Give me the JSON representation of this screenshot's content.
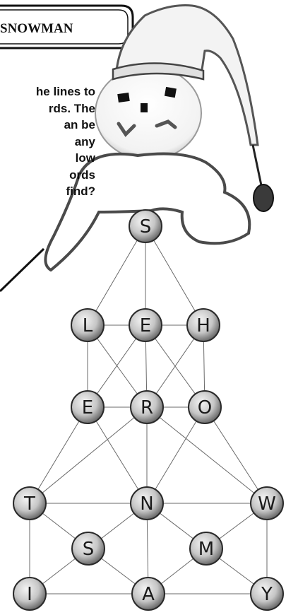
{
  "title": "SNOWMAN",
  "instructions": "he lines to\nrds. The\nan be\nany\nlow\nords\nfind?",
  "puzzle": {
    "nodes": [
      {
        "id": "s_top",
        "letter": "S"
      },
      {
        "id": "l",
        "letter": "L"
      },
      {
        "id": "e_mid",
        "letter": "E"
      },
      {
        "id": "h",
        "letter": "H"
      },
      {
        "id": "e_left",
        "letter": "E"
      },
      {
        "id": "r",
        "letter": "R"
      },
      {
        "id": "o",
        "letter": "O"
      },
      {
        "id": "t",
        "letter": "T"
      },
      {
        "id": "n",
        "letter": "N"
      },
      {
        "id": "w",
        "letter": "W"
      },
      {
        "id": "s_low",
        "letter": "S"
      },
      {
        "id": "m",
        "letter": "M"
      },
      {
        "id": "i",
        "letter": "I"
      },
      {
        "id": "a",
        "letter": "A"
      },
      {
        "id": "y",
        "letter": "Y"
      }
    ],
    "edges": [
      [
        "s_top",
        "l"
      ],
      [
        "s_top",
        "e_mid"
      ],
      [
        "s_top",
        "h"
      ],
      [
        "l",
        "e_mid"
      ],
      [
        "e_mid",
        "h"
      ],
      [
        "l",
        "e_left"
      ],
      [
        "l",
        "r"
      ],
      [
        "e_mid",
        "e_left"
      ],
      [
        "e_mid",
        "r"
      ],
      [
        "e_mid",
        "o"
      ],
      [
        "h",
        "r"
      ],
      [
        "h",
        "o"
      ],
      [
        "e_left",
        "r"
      ],
      [
        "r",
        "o"
      ],
      [
        "e_left",
        "t"
      ],
      [
        "e_left",
        "n"
      ],
      [
        "r",
        "t"
      ],
      [
        "r",
        "n"
      ],
      [
        "r",
        "w"
      ],
      [
        "o",
        "n"
      ],
      [
        "o",
        "w"
      ],
      [
        "t",
        "n"
      ],
      [
        "n",
        "w"
      ],
      [
        "t",
        "s_low"
      ],
      [
        "t",
        "i"
      ],
      [
        "n",
        "s_low"
      ],
      [
        "n",
        "m"
      ],
      [
        "n",
        "a"
      ],
      [
        "w",
        "m"
      ],
      [
        "w",
        "y"
      ],
      [
        "s_low",
        "i"
      ],
      [
        "s_low",
        "a"
      ],
      [
        "m",
        "a"
      ],
      [
        "m",
        "y"
      ],
      [
        "i",
        "a"
      ],
      [
        "a",
        "y"
      ]
    ]
  },
  "colors": {
    "node_fill": "#d4d4d4",
    "node_stroke": "#2a2a2a",
    "edge": "#6a6a6a"
  }
}
